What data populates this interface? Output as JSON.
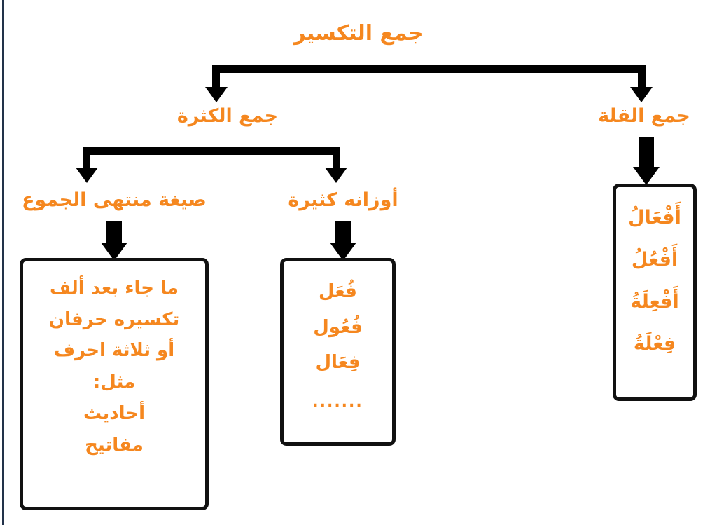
{
  "diagram": {
    "title": "جمع التكسير",
    "accent_color": "#F5871F",
    "connector_color": "#000000",
    "box_border_color": "#111111",
    "background_color": "#FFFFFF",
    "edge_rule_color": "#22324A"
  },
  "level2": {
    "left": "جمع الكثرة",
    "right": "جمع القلة"
  },
  "level3": {
    "sigha": "صيغة منتهى الجموع",
    "awzan": "أوزانه كثيرة"
  },
  "boxes": {
    "sigha": {
      "lines": [
        "ما جاء بعد ألف",
        "تكسيره حرفان",
        "أو ثلاثة احرف",
        "مثل:",
        "أحاديث",
        "مفاتيح"
      ]
    },
    "awzan": {
      "lines": [
        "فُعَل",
        "فُعُول",
        "فِعَال"
      ],
      "ellipsis": "......."
    },
    "qilla": {
      "lines": [
        "أَفْعَالُ",
        "أَفْعُلُ",
        "أَفْعِلَةُ",
        "فِعْلَةُ"
      ]
    }
  }
}
